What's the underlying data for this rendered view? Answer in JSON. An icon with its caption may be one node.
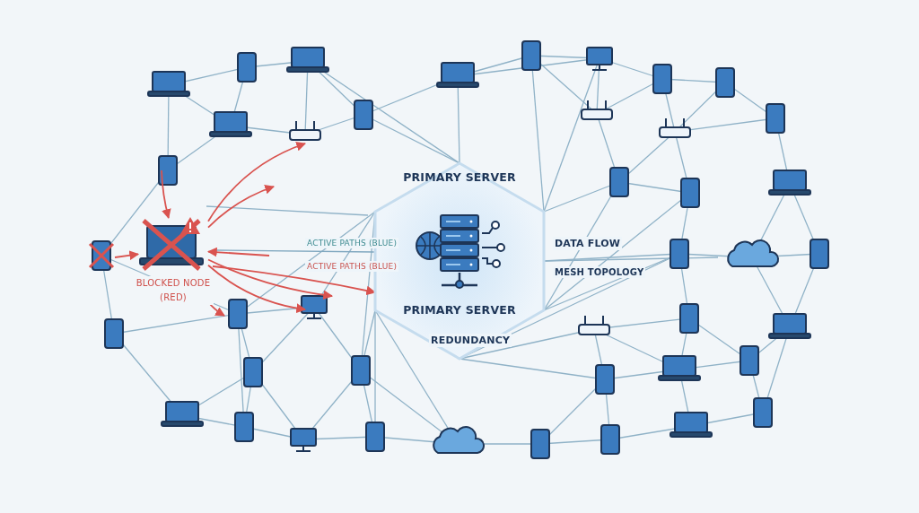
{
  "diagram": {
    "nodes": [
      {
        "text": [
          "PRIMARY SERVER",
          "PRIMARY SERVER"
        ]
      },
      {
        "text": [
          "BLOCKED NODE (RED)"
        ]
      }
    ],
    "edges": [
      {
        "from": 1,
        "to": 0,
        "arrow": "none",
        "color": "#7fa7bf"
      },
      {
        "from": 1,
        "to": 0,
        "arrow": "to"
      },
      {
        "from": 1,
        "to": null,
        "arrow": "to"
      },
      {
        "from": 1,
        "to": null,
        "arrow": "to"
      },
      {
        "from": 1,
        "to": null,
        "arrow": "to"
      },
      {
        "from": 1,
        "to": null,
        "arrow": "to"
      },
      {
        "from": 1,
        "to": null,
        "arrow": "to"
      },
      {
        "from": null,
        "to": 1,
        "arrow": "to"
      },
      {
        "from": null,
        "to": 1,
        "arrow": "to"
      },
      {
        "from": null,
        "to": 1,
        "arrow": "to"
      }
    ],
    "labels": [
      "ACTIVE PATHS (BLUE)",
      "ACTIVE PATHS (BLUE)",
      "DATA FLOW",
      "MESH TOPOLOGY",
      "REDUNDANCY"
    ]
  }
}
